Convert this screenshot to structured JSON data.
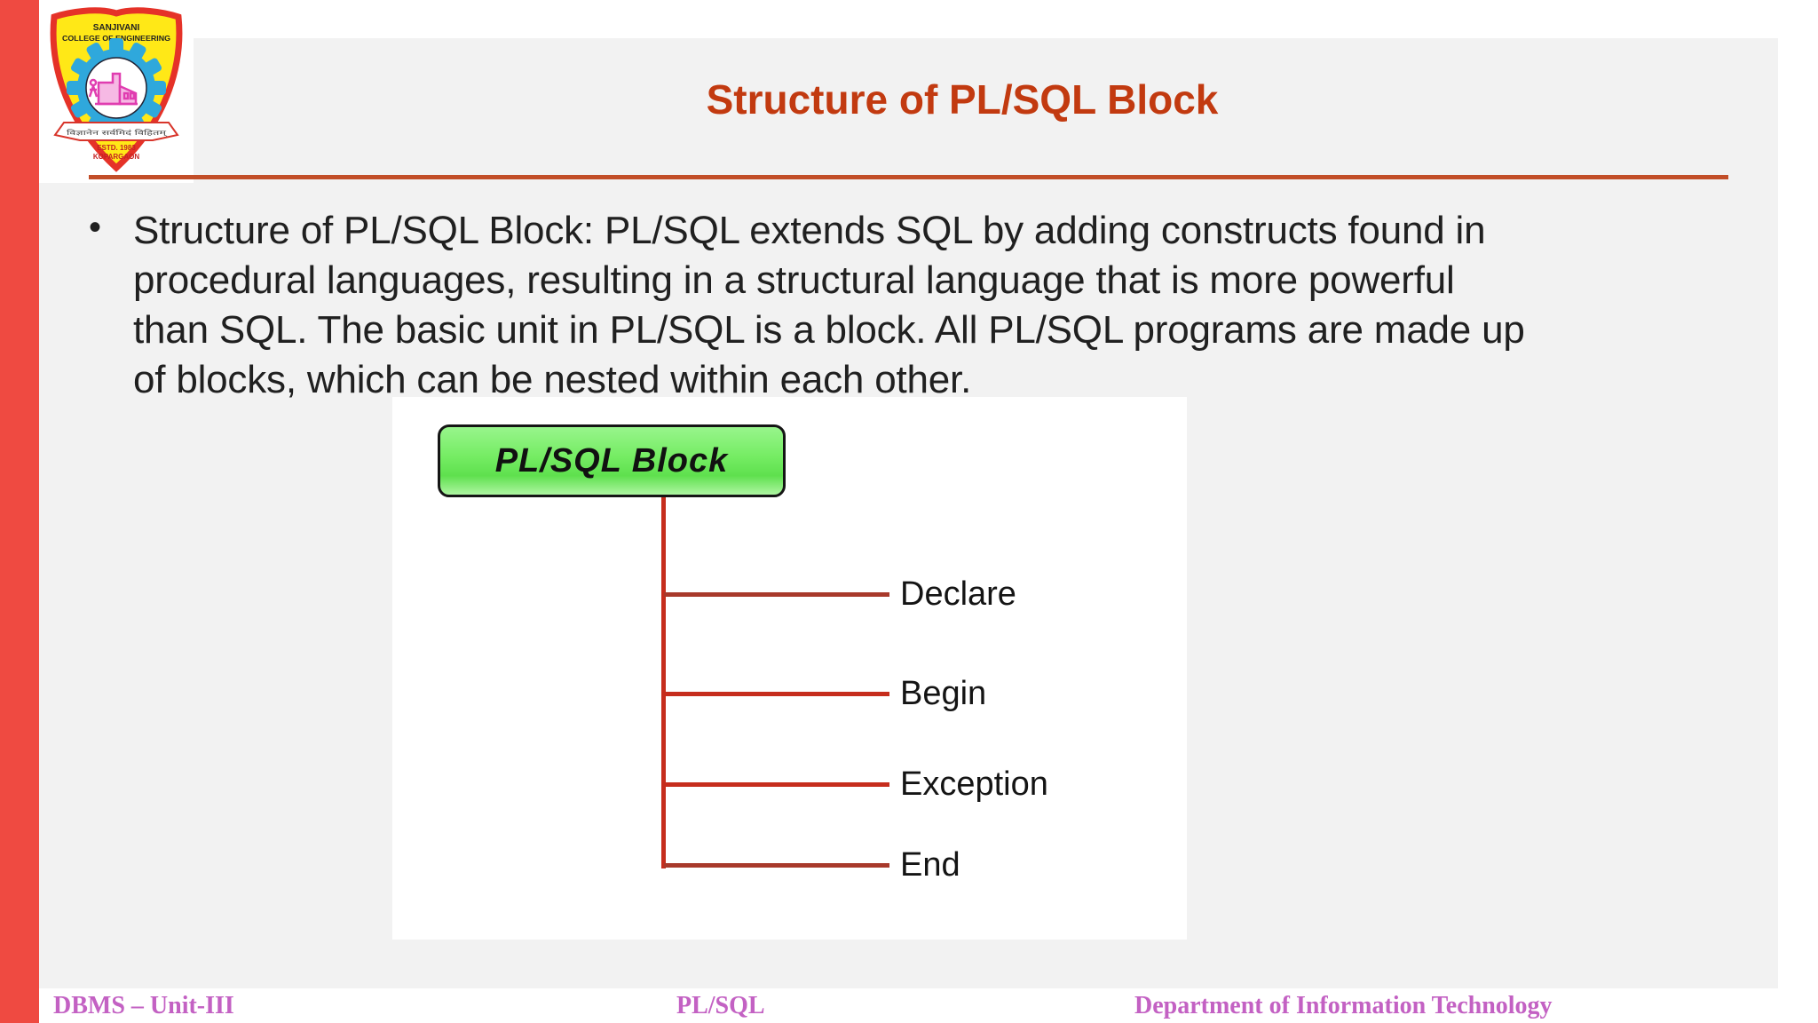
{
  "slide": {
    "title": "Structure of PL/SQL Block",
    "bullet_lines": [
      "Structure of PL/SQL Block: PL/SQL extends SQL by adding constructs found in",
      "procedural languages, resulting in a structural language that is more powerful",
      "than SQL. The basic unit in PL/SQL is a block. All PL/SQL programs are made up",
      "of blocks, which can be nested within each other."
    ],
    "bullet_glyph": "•",
    "colors": {
      "accent_bar": "#ef4a41",
      "slide_background": "#f2f2f2",
      "title_text": "#c23a10",
      "title_rule": "#c24e28",
      "footer_text": "#c361c3",
      "diagram_line_red": "#c62d1d",
      "diagram_line_dark": "#a8392b",
      "root_box_green": "#6fe95e"
    }
  },
  "logo": {
    "institution_line1": "SANJIVANI",
    "institution_line2": "COLLEGE OF ENGINEERING",
    "motto": "विज्ञानेन सर्वमिदं विहितम्",
    "estd": "ESTD. 1983",
    "place": "KOPARGAON"
  },
  "diagram": {
    "root_label": "PL/SQL Block",
    "branches": [
      {
        "label": "Declare"
      },
      {
        "label": "Begin"
      },
      {
        "label": "Exception"
      },
      {
        "label": "End"
      }
    ]
  },
  "footer": {
    "left": "DBMS – Unit-III",
    "center": "PL/SQL",
    "right": "Department of Information Technology"
  }
}
